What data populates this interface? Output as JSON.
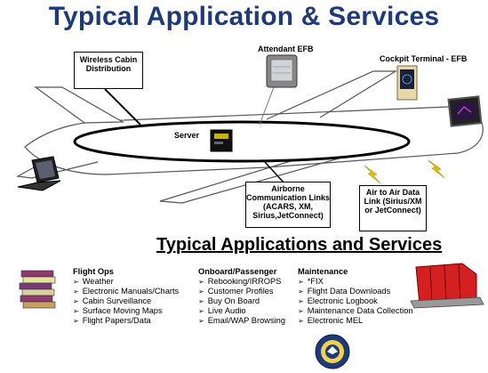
{
  "title": "Typical Application & Services",
  "subtitle": "Typical Applications and Services",
  "labels": {
    "wireless_cabin": "Wireless Cabin Distribution",
    "attendant_efb": "Attendant EFB",
    "cockpit_terminal": "Cockpit Terminal - EFB",
    "server": "Server",
    "airborne_links": "Airborne Communication Links (ACARS, XM, Sirius,JetConnect)",
    "air_to_air": "Air to Air Data Link (Sirius/XM or JetConnect)"
  },
  "columns": [
    {
      "heading": "Flight Ops",
      "items": [
        "Weather",
        "Electronic Manuals/Charts",
        "Cabin Surveillance",
        "Surface Moving Maps",
        "Flight Papers/Data"
      ]
    },
    {
      "heading": "Onboard/Passenger",
      "items": [
        "Rebooking/IRROPS",
        "Customer Profiles",
        "Buy On Board",
        "Live Audio",
        "Email/WAP Browsing"
      ]
    },
    {
      "heading": "Maintenance",
      "items": [
        "*FIX",
        "Flight Data Downloads",
        "Electronic Logbook",
        "Maintenance Data Collection",
        "Electronic MEL"
      ]
    }
  ],
  "colors": {
    "title": "#1f3a78",
    "server_ring": "#000000",
    "cargo": "#d42020"
  },
  "icons": [
    "laptop-icon",
    "attendant-efb-icon",
    "cockpit-terminal-icon",
    "cockpit-display-icon",
    "server-icon",
    "books-icon",
    "cargo-container-icon",
    "faa-seal-icon"
  ]
}
